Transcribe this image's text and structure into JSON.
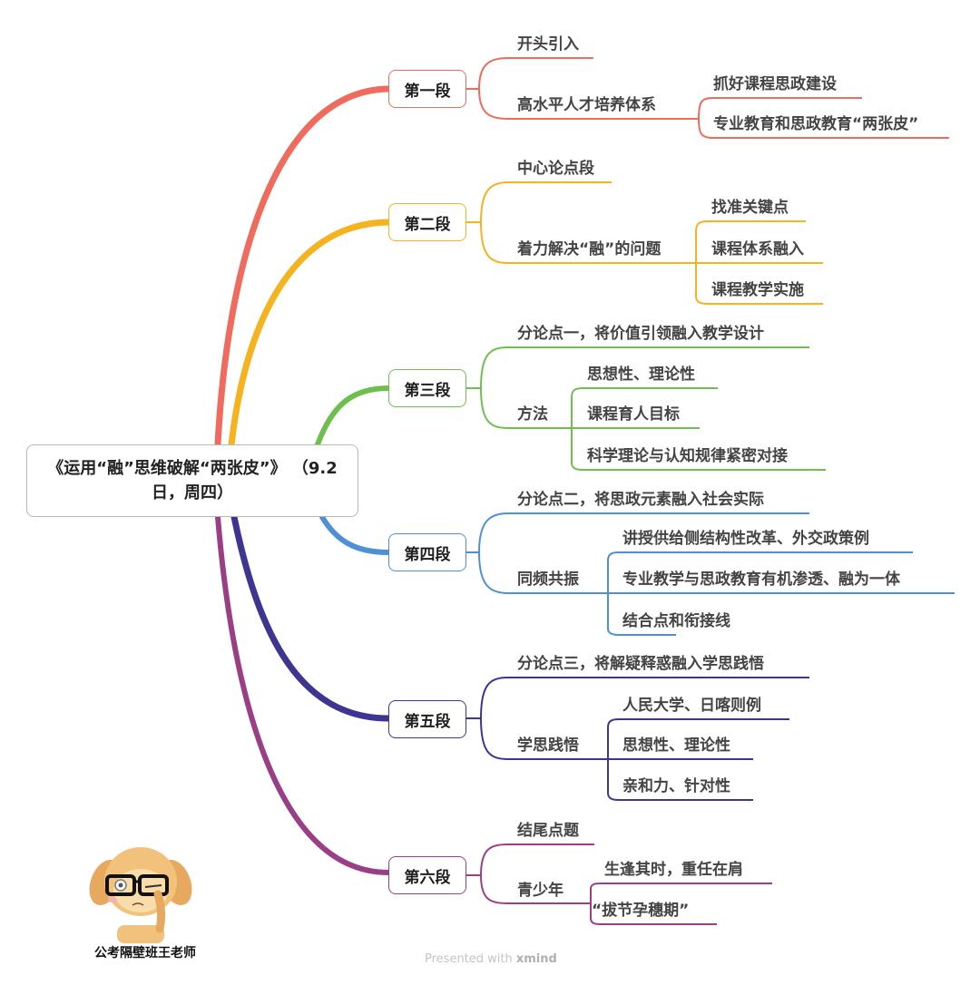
{
  "root": {
    "title": "《运用“融”思维破解“两张皮”》 （9.2日，周四）"
  },
  "colors": {
    "seg1": "#ef6b5d",
    "seg2": "#f4b31f",
    "seg3": "#6fbf4f",
    "seg4": "#4f8fd6",
    "seg5": "#3e3592",
    "seg6": "#9a3f86"
  },
  "segments": [
    {
      "label": "第一段",
      "children": [
        {
          "label": "开头引入",
          "children": []
        },
        {
          "label": "高水平人才培养体系",
          "children": [
            {
              "label": "抓好课程思政建设"
            },
            {
              "label": "专业教育和思政教育“两张皮”"
            }
          ]
        }
      ]
    },
    {
      "label": "第二段",
      "children": [
        {
          "label": "中心论点段",
          "children": []
        },
        {
          "label": "着力解决“融”的问题",
          "children": [
            {
              "label": "找准关键点"
            },
            {
              "label": "课程体系融入"
            },
            {
              "label": "课程教学实施"
            }
          ]
        }
      ]
    },
    {
      "label": "第三段",
      "children": [
        {
          "label": "分论点一，将价值引领融入教学设计",
          "children": []
        },
        {
          "label": "方法",
          "children": [
            {
              "label": "思想性、理论性"
            },
            {
              "label": "课程育人目标"
            },
            {
              "label": "科学理论与认知规律紧密对接"
            }
          ]
        }
      ]
    },
    {
      "label": "第四段",
      "children": [
        {
          "label": "分论点二，将思政元素融入社会实际",
          "children": []
        },
        {
          "label": "同频共振",
          "children": [
            {
              "label": "讲授供给侧结构性改革、外交政策例"
            },
            {
              "label": "专业教学与思政教育有机渗透、融为一体"
            },
            {
              "label": "结合点和衔接线"
            }
          ]
        }
      ]
    },
    {
      "label": "第五段",
      "children": [
        {
          "label": "分论点三，将解疑释惑融入学思践悟",
          "children": []
        },
        {
          "label": "学思践悟",
          "children": [
            {
              "label": "人民大学、日喀则例"
            },
            {
              "label": "思想性、理论性"
            },
            {
              "label": "亲和力、针对性"
            }
          ]
        }
      ]
    },
    {
      "label": "第六段",
      "children": [
        {
          "label": "结尾点题",
          "children": []
        },
        {
          "label": "青少年",
          "children": [
            {
              "label": "生逢其时，重任在肩"
            },
            {
              "label": "“拔节孕穗期”"
            }
          ]
        }
      ]
    }
  ],
  "watermark": {
    "caption": "公考隔壁班王老师",
    "logo_icon": "cartoon-dog-with-glasses"
  },
  "footer": {
    "prefix": "Presented with ",
    "brand": "xmind"
  }
}
